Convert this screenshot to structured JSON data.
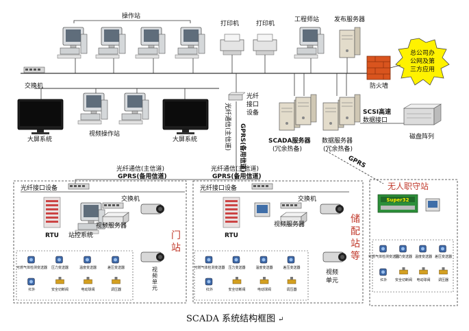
{
  "labels": {
    "operator_stations": "操作站",
    "printer1": "打印机",
    "printer2": "打印机",
    "engineer_station": "工程师站",
    "publish_server": "发布服务器",
    "switch_top": "交换机",
    "firewall": "防火墙",
    "company_office": "总公司办公网及第三方应用",
    "fiber_interface": "光纤接口设备",
    "big_screen_left": "大屏系统",
    "video_station": "视频操作站",
    "big_screen_right": "大屏系统",
    "scada_server": "SCADA服务器",
    "scada_server_sub": "(冗余热备)",
    "data_server": "数据服务器",
    "data_server_sub": "(冗余热备)",
    "scsi": "SCSI高速数据接口",
    "disk_array": "磁盘阵列",
    "gprs_diag": "GPRS",
    "fiber_main_vert": "光纤通信(主信道)",
    "gprs_backup_vert": "GPRS(备用信道)",
    "fiber_main_left": "光纤通信(主信道)",
    "gprs_backup_left": "GPRS(备用信道)",
    "fiber_main_mid": "光纤通信(主信道)",
    "gprs_backup_mid": "GPRS(备用信道)"
  },
  "stations": {
    "gate": {
      "title": "门站",
      "fiber_device": "光纤接口设备",
      "switch": "交换机",
      "rtu": "RTU",
      "control_system": "站控系统",
      "video_server": "视频服务器",
      "video_unit": "视频单元",
      "sensors": [
        "可燃气体检测变送器",
        "压力变送器",
        "温度变送器",
        "差压变送器",
        "红外",
        "安全切断阀",
        "电动球阀",
        "调压器"
      ]
    },
    "storage": {
      "title": "储配站等",
      "fiber_device": "光纤接口设备",
      "switch": "交换机",
      "rtu": "RTU",
      "video_server": "视频服务器",
      "video_unit": "视频单元",
      "sensors": [
        "可燃气体检测变送器",
        "压力变送器",
        "温度变送器",
        "差压变送器",
        "红外",
        "安全切断阀",
        "电动球阀",
        "调压器"
      ]
    },
    "unmanned": {
      "title": "无人职守站",
      "device_brand": "Super32",
      "sensors": [
        "可燃气体检测变送器",
        "压力变送器",
        "温度变送器",
        "差压变送器",
        "红外",
        "安全切断阀",
        "电动球阀",
        "调压器"
      ]
    }
  },
  "caption": "SCADA 系统结构框图",
  "return_mark": "↵"
}
